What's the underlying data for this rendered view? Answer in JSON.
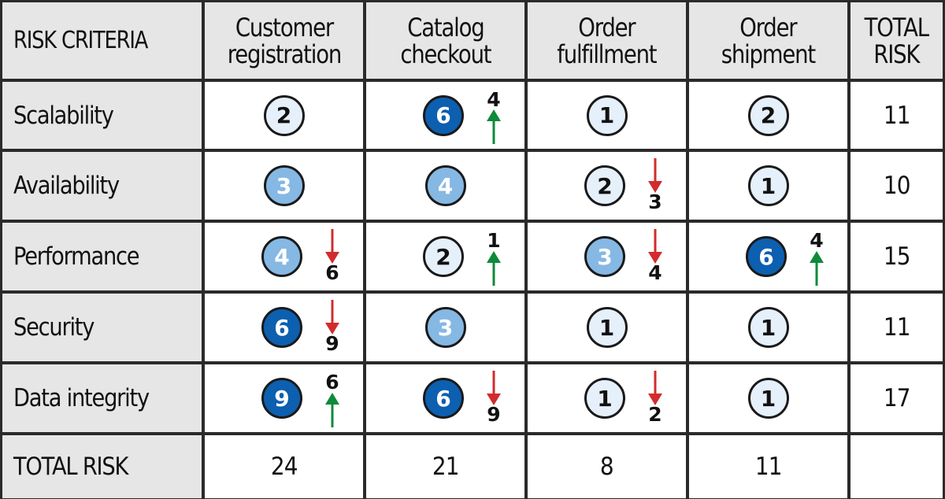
{
  "header": {
    "criteria_label": "RISK CRITERIA",
    "columns": [
      {
        "line1": "Customer",
        "line2": "registration"
      },
      {
        "line1": "Catalog",
        "line2": "checkout"
      },
      {
        "line1": "Order",
        "line2": "fulfillment"
      },
      {
        "line1": "Order",
        "line2": "shipment"
      },
      {
        "line1": "TOTAL",
        "line2": "RISK"
      }
    ]
  },
  "rows": [
    {
      "label": "Scalability",
      "total": "11",
      "cells": [
        {
          "value": "2",
          "level": "low"
        },
        {
          "value": "6",
          "level": "high",
          "change": {
            "direction": "up",
            "from": "4"
          }
        },
        {
          "value": "1",
          "level": "low"
        },
        {
          "value": "2",
          "level": "low"
        }
      ]
    },
    {
      "label": "Availability",
      "total": "10",
      "cells": [
        {
          "value": "3",
          "level": "mid"
        },
        {
          "value": "4",
          "level": "mid"
        },
        {
          "value": "2",
          "level": "low",
          "change": {
            "direction": "down",
            "from": "3"
          }
        },
        {
          "value": "1",
          "level": "low"
        }
      ]
    },
    {
      "label": "Performance",
      "total": "15",
      "cells": [
        {
          "value": "4",
          "level": "mid",
          "change": {
            "direction": "down",
            "from": "6"
          }
        },
        {
          "value": "2",
          "level": "low",
          "change": {
            "direction": "up",
            "from": "1"
          }
        },
        {
          "value": "3",
          "level": "mid",
          "change": {
            "direction": "down",
            "from": "4"
          }
        },
        {
          "value": "6",
          "level": "high",
          "change": {
            "direction": "up",
            "from": "4"
          }
        }
      ]
    },
    {
      "label": "Security",
      "total": "11",
      "cells": [
        {
          "value": "6",
          "level": "high",
          "change": {
            "direction": "down",
            "from": "9"
          }
        },
        {
          "value": "3",
          "level": "mid"
        },
        {
          "value": "1",
          "level": "low"
        },
        {
          "value": "1",
          "level": "low"
        }
      ]
    },
    {
      "label": "Data integrity",
      "total": "17",
      "cells": [
        {
          "value": "9",
          "level": "high",
          "change": {
            "direction": "up",
            "from": "6"
          }
        },
        {
          "value": "6",
          "level": "high",
          "change": {
            "direction": "down",
            "from": "9"
          }
        },
        {
          "value": "1",
          "level": "low",
          "change": {
            "direction": "down",
            "from": "2"
          }
        },
        {
          "value": "1",
          "level": "low"
        }
      ]
    }
  ],
  "totals_row": {
    "label": "TOTAL RISK",
    "values": [
      "24",
      "21",
      "8",
      "11",
      ""
    ]
  },
  "colors": {
    "level_low": "#e6f0fa",
    "level_mid": "#86b8e4",
    "level_high": "#0d5fb0",
    "arrow_up": "#0e8a3a",
    "arrow_down": "#d22c2c",
    "header_bg": "#e6e6e6",
    "grid_line": "#2a2a2a"
  },
  "icons": {
    "arrow_up": "arrow-up-icon",
    "arrow_down": "arrow-down-icon"
  }
}
